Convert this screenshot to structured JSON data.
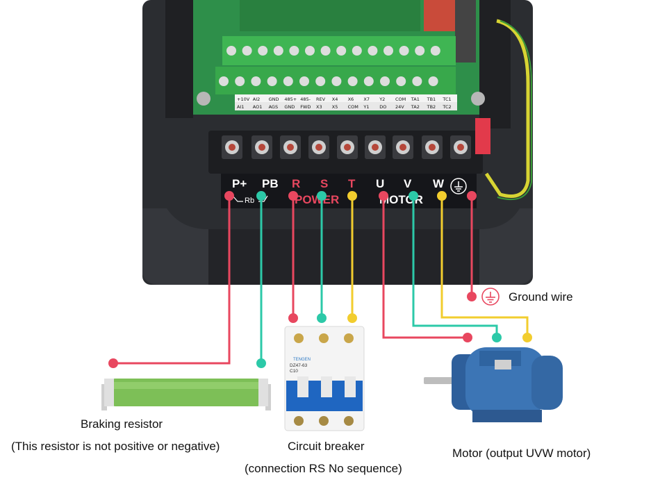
{
  "colors": {
    "red_wire": "#e8475f",
    "teal_wire": "#2cc9a8",
    "yellow_wire": "#f2cd2e",
    "inverter_body": "#2b2d31",
    "pcb": "#2e8f4a",
    "terminal_green": "#3fb553",
    "resistor": "#7dbf57",
    "motor_blue": "#3c75b5"
  },
  "control_terminals": {
    "top_row": [
      "+10V",
      "AI2",
      "GND",
      "485+",
      "485-",
      "REV",
      "X4",
      "X6",
      "X7",
      "Y2",
      "COM",
      "TA1",
      "TB1",
      "TC1"
    ],
    "bottom_row": [
      "AI1",
      "AO1",
      "AGS",
      "GND",
      "FWD",
      "X3",
      "X5",
      "COM",
      "Y1",
      "DO",
      "24V",
      "TA2",
      "TB2",
      "TC2"
    ]
  },
  "power_terminals": {
    "letters": [
      "P+",
      "PB",
      "R",
      "S",
      "T",
      "U",
      "V",
      "W"
    ],
    "rb_label": "Rb",
    "power_group_label": "POWER",
    "motor_group_label": "MOTOR",
    "ground_icon": "ground-symbol-icon"
  },
  "labels": {
    "ground_wire": "Ground wire",
    "braking_resistor": "Braking resistor",
    "braking_resistor_note": "(This resistor is not positive or negative)",
    "circuit_breaker": "Circuit breaker",
    "circuit_breaker_note": "(connection RS No sequence)",
    "motor": "Motor (output UVW motor)"
  },
  "breaker": {
    "brand": "TENGEN",
    "model": "DZ47-63",
    "rating": "C10"
  }
}
